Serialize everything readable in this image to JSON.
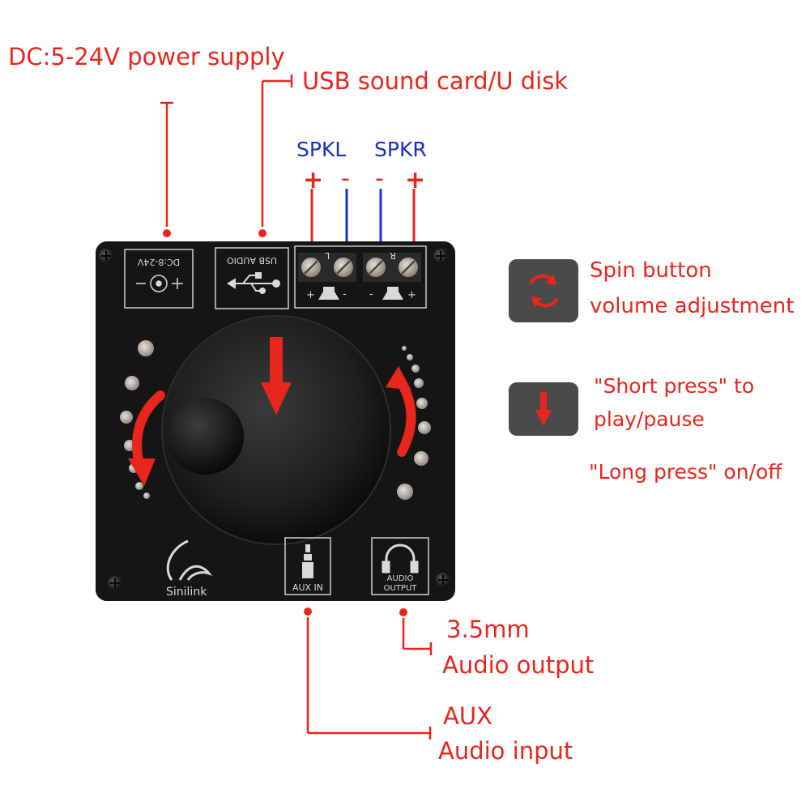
{
  "callouts": {
    "power": "DC:5-24V power supply",
    "usb": "USB sound card/U disk",
    "spin_line1": "Spin button",
    "spin_line2": "volume adjustment",
    "short_press_line1": "\"Short press\" to",
    "short_press_line2": "play/pause",
    "long_press": "\"Long press\" on/off",
    "audio_out_line1": "3.5mm",
    "audio_out_line2": "Audio output",
    "aux_line1": "AUX",
    "aux_line2": "Audio input"
  },
  "speakers": {
    "left": "SPKL",
    "right": "SPKR",
    "plus": "+",
    "minus": "-"
  },
  "board": {
    "dc_label": "DC:8-24V",
    "usb_label": "USB AUDIO",
    "terminal_l": "L",
    "terminal_r": "R",
    "brand": "Sinilink",
    "aux_in": "AUX IN",
    "audio_output_line1": "AUDIO",
    "audio_output_line2": "OUTPUT"
  },
  "colors": {
    "callout_red": "#e8261c",
    "speaker_blue": "#1a2fc9",
    "board_black": "#151515"
  }
}
